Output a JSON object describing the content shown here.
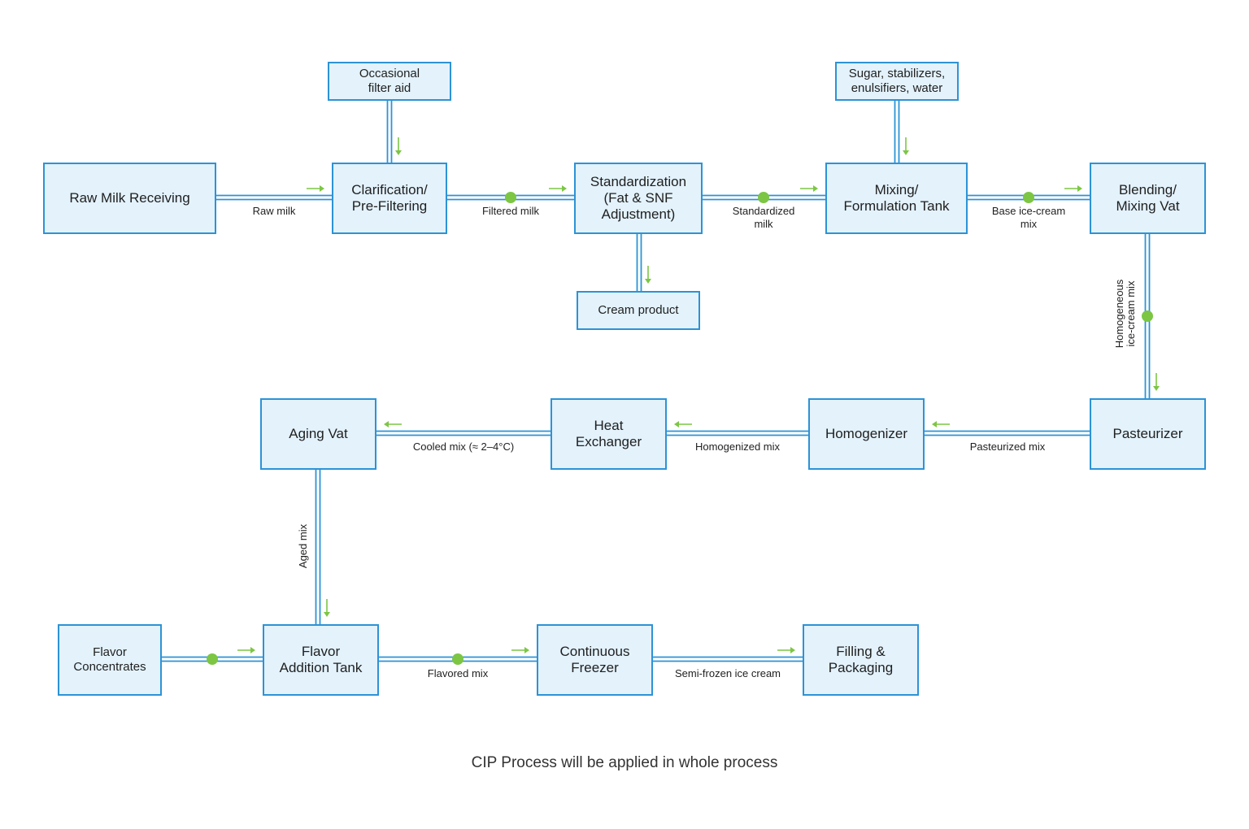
{
  "colors": {
    "pipe": "#2c93d6",
    "box_fill": "#e3f2fb",
    "valve": "#7cc644",
    "arrow": "#7cc644"
  },
  "nodes": {
    "occ": "Occasional\nfilter aid",
    "sugar": "Sugar, stabilizers,\nenulsifiers, water",
    "raw": "Raw Milk Receiving",
    "clar": "Clarification/\nPre-Filtering",
    "std": "Standardization\n(Fat & SNF\nAdjustment)",
    "mix": "Mixing/\nFormulation Tank",
    "blend": "Blending/\nMixing Vat",
    "cream": "Cream product",
    "past": "Pasteurizer",
    "homo": "Homogenizer",
    "heat": "Heat\nExchanger",
    "aging": "Aging Vat",
    "flavc": "Flavor\nConcentrates",
    "flava": "Flavor\nAddition Tank",
    "freezer": "Continuous\nFreezer",
    "fill": "Filling &\nPackaging"
  },
  "labels": {
    "raw_milk": "Raw milk",
    "filtered_milk": "Filtered milk",
    "standardized_milk": "Standardized\nmilk",
    "base_mix": "Base ice-cream\nmix",
    "homogeneous_mix": "Homogeneous\nice-cream mix",
    "pasteurized_mix": "Pasteurized mix",
    "homogenized_mix": "Homogenized mix",
    "cooled_mix": "Cooled mix (≈ 2–4°C)",
    "aged_mix": "Aged mix",
    "flavored_mix": "Flavored mix",
    "semi_frozen": "Semi-frozen ice cream"
  },
  "footer_note": "CIP Process will be applied in whole process"
}
